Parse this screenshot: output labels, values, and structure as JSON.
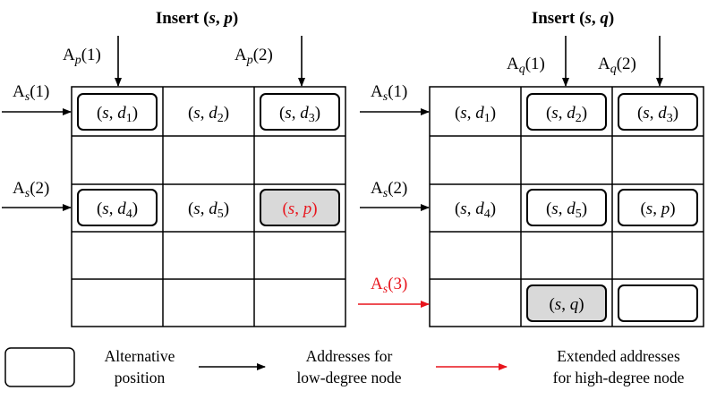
{
  "left_panel": {
    "title": {
      "prefix": "Insert (",
      "a": "s",
      "sep": ", ",
      "b": "p",
      "suffix": ")"
    },
    "col_pointers": [
      {
        "base": "A",
        "sub": "p",
        "arg": "(1)"
      },
      {
        "base": "A",
        "sub": "p",
        "arg": "(2)"
      }
    ],
    "row_pointers": [
      {
        "base": "A",
        "sub": "s",
        "arg": "(1)"
      },
      {
        "base": "A",
        "sub": "s",
        "arg": "(2)"
      }
    ],
    "cells": [
      {
        "node": "s",
        "dest": "d",
        "dsub": "1",
        "boxed": true,
        "shaded": false,
        "red": false
      },
      {
        "node": "s",
        "dest": "d",
        "dsub": "2",
        "boxed": false,
        "shaded": false,
        "red": false
      },
      {
        "node": "s",
        "dest": "d",
        "dsub": "3",
        "boxed": true,
        "shaded": false,
        "red": false
      },
      {
        "node": "s",
        "dest": "d",
        "dsub": "4",
        "boxed": true,
        "shaded": false,
        "red": false
      },
      {
        "node": "s",
        "dest": "d",
        "dsub": "5",
        "boxed": false,
        "shaded": false,
        "red": false
      },
      {
        "node": "s",
        "dest": "p",
        "dsub": "",
        "boxed": true,
        "shaded": true,
        "red": true
      }
    ]
  },
  "right_panel": {
    "title": {
      "prefix": "Insert (",
      "a": "s",
      "sep": ", ",
      "b": "q",
      "suffix": ")"
    },
    "col_pointers": [
      {
        "base": "A",
        "sub": "q",
        "arg": "(1)"
      },
      {
        "base": "A",
        "sub": "q",
        "arg": "(2)"
      }
    ],
    "row_pointers": [
      {
        "base": "A",
        "sub": "s",
        "arg": "(1)",
        "red": false
      },
      {
        "base": "A",
        "sub": "s",
        "arg": "(2)",
        "red": false
      },
      {
        "base": "A",
        "sub": "s",
        "arg": "(3)",
        "red": true
      }
    ],
    "cells": [
      {
        "node": "s",
        "dest": "d",
        "dsub": "1",
        "boxed": false,
        "shaded": false,
        "red": false
      },
      {
        "node": "s",
        "dest": "d",
        "dsub": "2",
        "boxed": true,
        "shaded": false,
        "red": false
      },
      {
        "node": "s",
        "dest": "d",
        "dsub": "3",
        "boxed": true,
        "shaded": false,
        "red": false
      },
      {
        "node": "s",
        "dest": "d",
        "dsub": "4",
        "boxed": false,
        "shaded": false,
        "red": false
      },
      {
        "node": "s",
        "dest": "d",
        "dsub": "5",
        "boxed": true,
        "shaded": false,
        "red": false
      },
      {
        "node": "s",
        "dest": "p",
        "dsub": "",
        "boxed": true,
        "shaded": false,
        "red": false
      },
      {
        "node": "s",
        "dest": "q",
        "dsub": "",
        "boxed": true,
        "shaded": true,
        "red": false
      },
      {
        "node": "",
        "dest": "",
        "dsub": "",
        "boxed": true,
        "shaded": false,
        "red": false
      }
    ]
  },
  "legend": {
    "alt_line1": "Alternative",
    "alt_line2": "position",
    "low_line1": "Addresses for",
    "low_line2": "low-degree node",
    "high_line1": "Extended addresses",
    "high_line2": "for high-degree node"
  },
  "colors": {
    "red": "#e8141c",
    "black": "#000000",
    "shade": "#d9d9d9"
  }
}
